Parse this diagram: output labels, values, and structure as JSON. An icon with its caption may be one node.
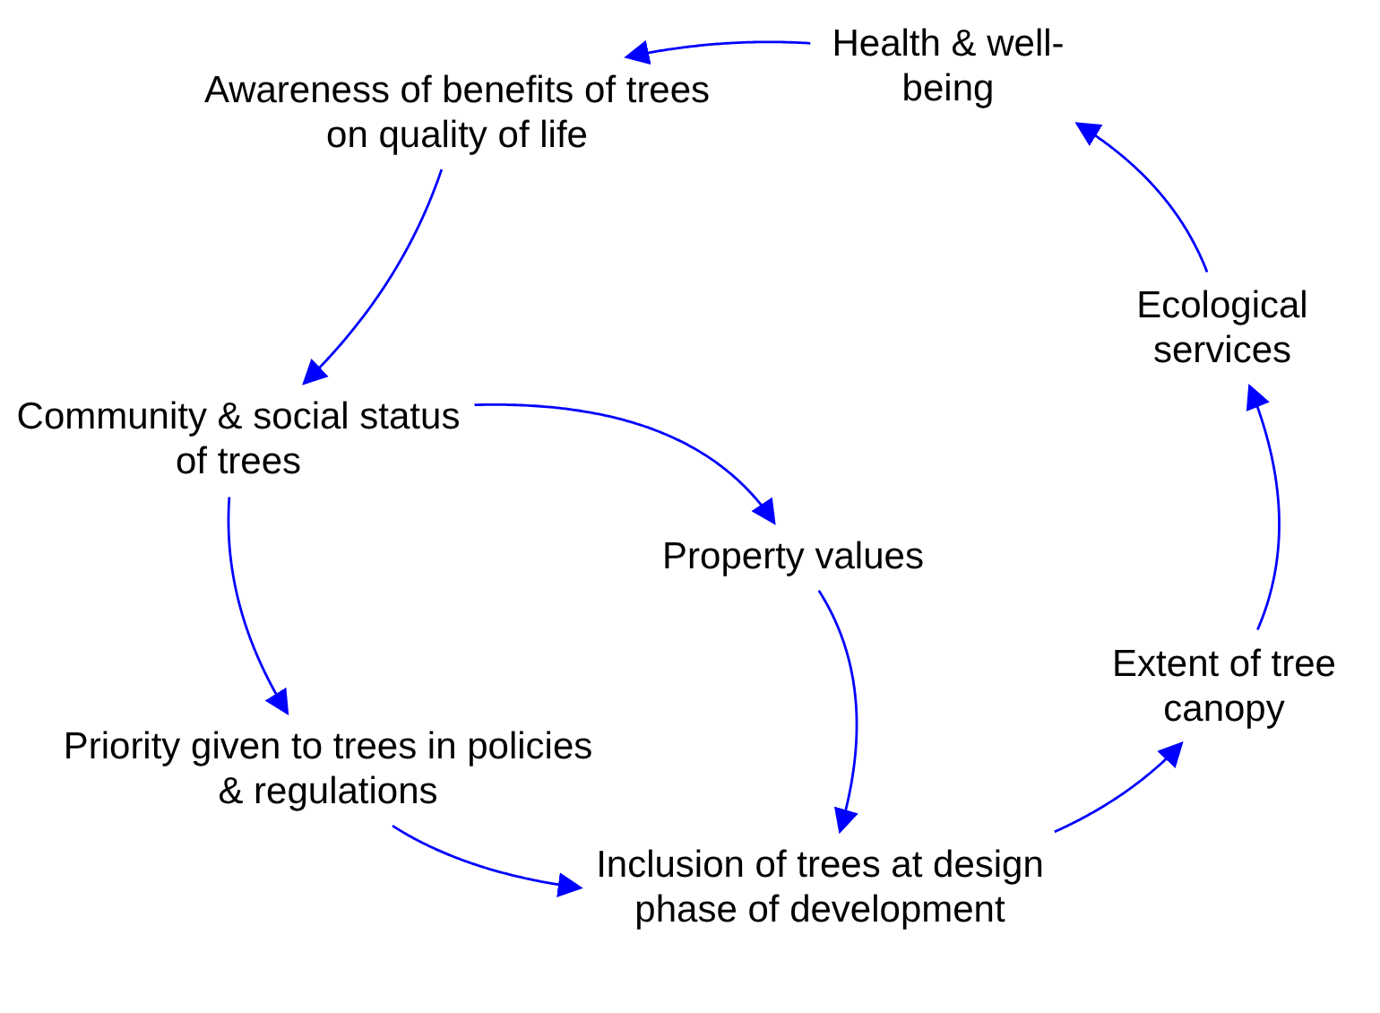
{
  "diagram": {
    "nodes": [
      {
        "text": [
          "Health & well-being"
        ]
      },
      {
        "text": [
          "Awareness of benefits of trees on quality of life"
        ]
      },
      {
        "text": [
          "Community & social status of trees"
        ]
      },
      {
        "text": [
          "Property values"
        ]
      },
      {
        "text": [
          "Priority given to trees in policies & regulations"
        ]
      },
      {
        "text": [
          "Inclusion of trees at design phase of development"
        ]
      },
      {
        "text": [
          "Extent of tree canopy"
        ]
      },
      {
        "text": [
          "Ecological services"
        ]
      }
    ],
    "edges": [
      {
        "from": 0,
        "to": 1,
        "arrow": "to"
      },
      {
        "from": 1,
        "to": 2,
        "arrow": "to"
      },
      {
        "from": 2,
        "to": 3,
        "arrow": "to"
      },
      {
        "from": 2,
        "to": 4,
        "arrow": "to"
      },
      {
        "from": 3,
        "to": 5,
        "arrow": "to"
      },
      {
        "from": 4,
        "to": 5,
        "arrow": "to"
      },
      {
        "from": 5,
        "to": 6,
        "arrow": "to"
      },
      {
        "from": 6,
        "to": 7,
        "arrow": "to"
      },
      {
        "from": 7,
        "to": 0,
        "arrow": "to"
      }
    ]
  }
}
